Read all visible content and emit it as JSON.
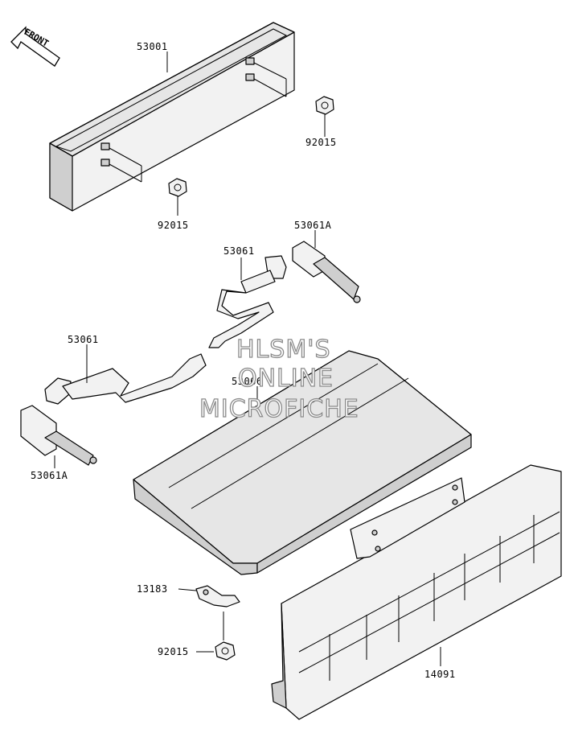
{
  "front_arrow": {
    "label": "FRONT"
  },
  "watermark": {
    "line1": "HLSM'S",
    "line2": "ONLINE",
    "line3": "MICROFICHE"
  },
  "parts": {
    "tail_lamp": "53001",
    "nut_upper_right": "92015",
    "nut_lower_left": "92015",
    "harness_upper": "53061A",
    "strap_upper": "53061",
    "strap_left": "53061",
    "seat": "53066",
    "harness_lower": "53061A",
    "bracket": "13183",
    "nut_bracket": "92015",
    "guard": "14091"
  }
}
